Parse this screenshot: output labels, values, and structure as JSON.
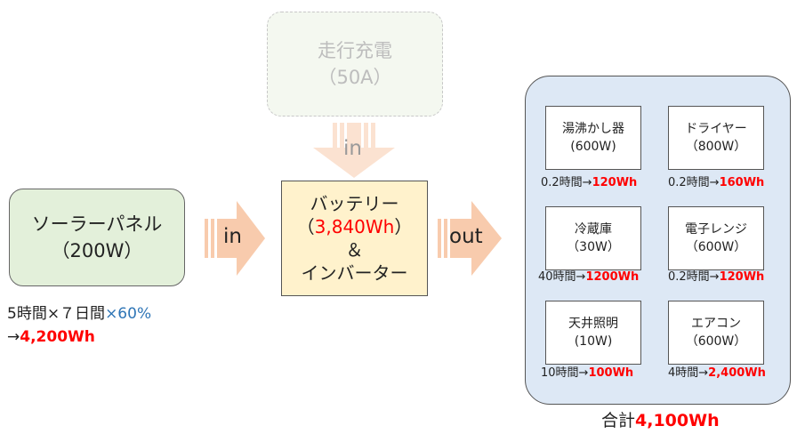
{
  "solar": {
    "name": "ソーラーパネル",
    "rating": "（200W）",
    "calc_main": "5時間×７日間",
    "calc_factor": "×60%",
    "result_arrow": "→",
    "result_value": "4,200Wh"
  },
  "drive_charge": {
    "name": "走行充電",
    "rating": "（50A）",
    "arrow_label": "in"
  },
  "battery": {
    "line1": "バッテリー",
    "capacity_open": "（",
    "capacity": "3,840Wh",
    "capacity_close": "）",
    "line3": "＆",
    "line4": "インバーター"
  },
  "arrows": {
    "in_label": "in",
    "out_label": "out"
  },
  "appliances": [
    {
      "name": "湯沸かし器",
      "watt": "(600W)",
      "usage": "0.2時間→",
      "energy": "120Wh"
    },
    {
      "name": "ドライヤー",
      "watt": "（800W）",
      "usage": "0.2時間→",
      "energy": "160Wh"
    },
    {
      "name": "冷蔵庫",
      "watt": "（30W）",
      "usage": "40時間→",
      "energy": "1200Wh"
    },
    {
      "name": "電子レンジ",
      "watt": "（600W）",
      "usage": "0.2時間→",
      "energy": "120Wh"
    },
    {
      "name": "天井照明",
      "watt": "(10W)",
      "usage": "10時間→",
      "energy": "100Wh"
    },
    {
      "name": "エアコン",
      "watt": "（600W）",
      "usage": "4時間→",
      "energy": "2,400Wh"
    }
  ],
  "total": {
    "label": "合計",
    "value": "4,100Wh"
  },
  "colors": {
    "solar_fill": "#e3f0da",
    "battery_fill": "#fff2cc",
    "panel_fill": "#dde8f5",
    "arrow_fill": "#f8cbad",
    "highlight_red": "#ff0000",
    "factor_blue": "#2e75b6"
  }
}
